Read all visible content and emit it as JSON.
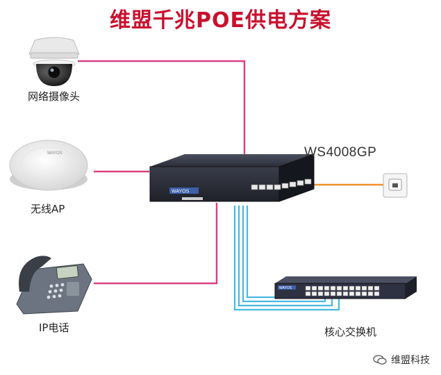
{
  "title": "维盟千兆POE供电方案",
  "devices": {
    "camera": {
      "label": "网络摄像头",
      "icon": "dome-camera-icon"
    },
    "ap": {
      "label": "无线AP",
      "icon": "ceiling-ap-icon"
    },
    "phone": {
      "label": "IP电话",
      "icon": "ip-phone-icon"
    },
    "poe_switch": {
      "model": "WS4008GP",
      "brand": "WAYOS",
      "icon": "poe-switch-icon"
    },
    "core_switch": {
      "label": "核心交换机",
      "brand": "WAYOS",
      "icon": "rack-switch-icon"
    },
    "wall_outlet": {
      "icon": "ethernet-wall-outlet-icon"
    }
  },
  "watermark": "维盟科技",
  "colors": {
    "title": "#c8102e",
    "poe_line": "#d94080",
    "uplink_line": "#f0902a",
    "trunk_line": "#48b8e0"
  }
}
